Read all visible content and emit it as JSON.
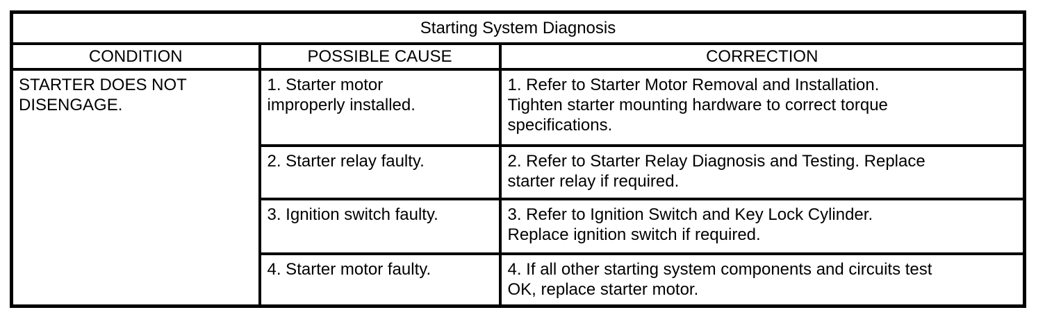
{
  "page": {
    "background_color": "#ffffff",
    "border_color": "#000000",
    "text_color": "#000000"
  },
  "table": {
    "title": "Starting System Diagnosis",
    "columns": {
      "condition": "CONDITION",
      "cause": "POSSIBLE CAUSE",
      "correction": "CORRECTION"
    },
    "condition": "STARTER DOES NOT\nDISENGAGE.",
    "rows": [
      {
        "cause": "1. Starter motor\nimproperly installed.",
        "correction": "1. Refer to Starter Motor Removal and Installation.\nTighten starter mounting hardware to correct torque\nspecifications."
      },
      {
        "cause": "2. Starter relay faulty.",
        "correction": "2. Refer to Starter Relay Diagnosis and Testing. Replace\nstarter relay if required."
      },
      {
        "cause": "3. Ignition switch faulty.",
        "correction": "3. Refer to Ignition Switch and Key Lock Cylinder.\nReplace ignition switch if required."
      },
      {
        "cause": "4. Starter motor faulty.",
        "correction": "4. If all other starting system components and circuits test\nOK, replace starter motor."
      }
    ]
  }
}
